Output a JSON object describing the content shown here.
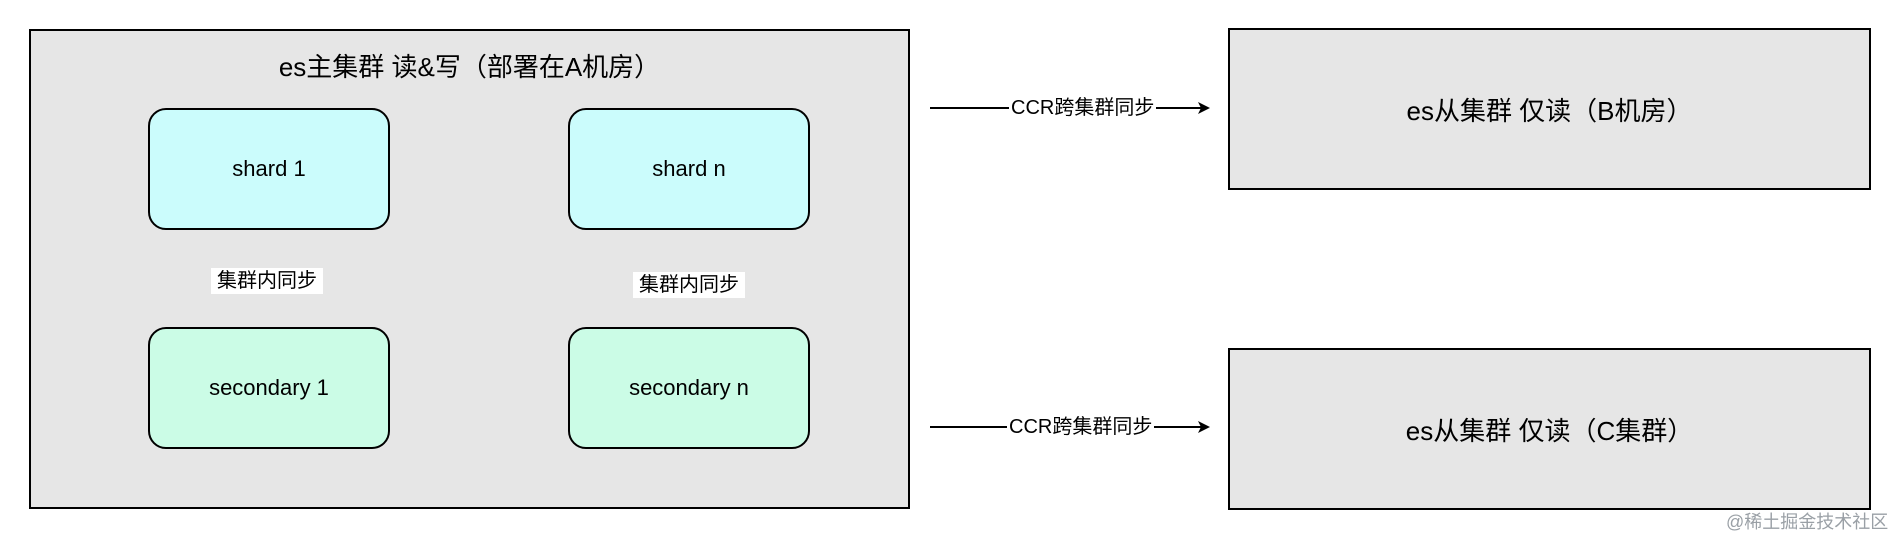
{
  "primary_cluster": {
    "title": "es主集群 读&写（部署在A机房）",
    "shards": [
      {
        "shard": "shard 1",
        "secondary": "secondary 1",
        "sync_label": "集群内同步"
      },
      {
        "shard": "shard n",
        "secondary": "secondary n",
        "sync_label": "集群内同步"
      }
    ]
  },
  "replicas": [
    {
      "label": "es从集群 仅读（B机房）",
      "ccr_label": "CCR跨集群同步"
    },
    {
      "label": "es从集群 仅读（C集群）",
      "ccr_label": "CCR跨集群同步"
    }
  ],
  "colors": {
    "cluster_fill": "#e6e6e6",
    "shard_fill": "#cbfcfc",
    "secondary_fill": "#cbfce6",
    "stroke": "#000000"
  },
  "watermark": "@稀土掘金技术社区"
}
